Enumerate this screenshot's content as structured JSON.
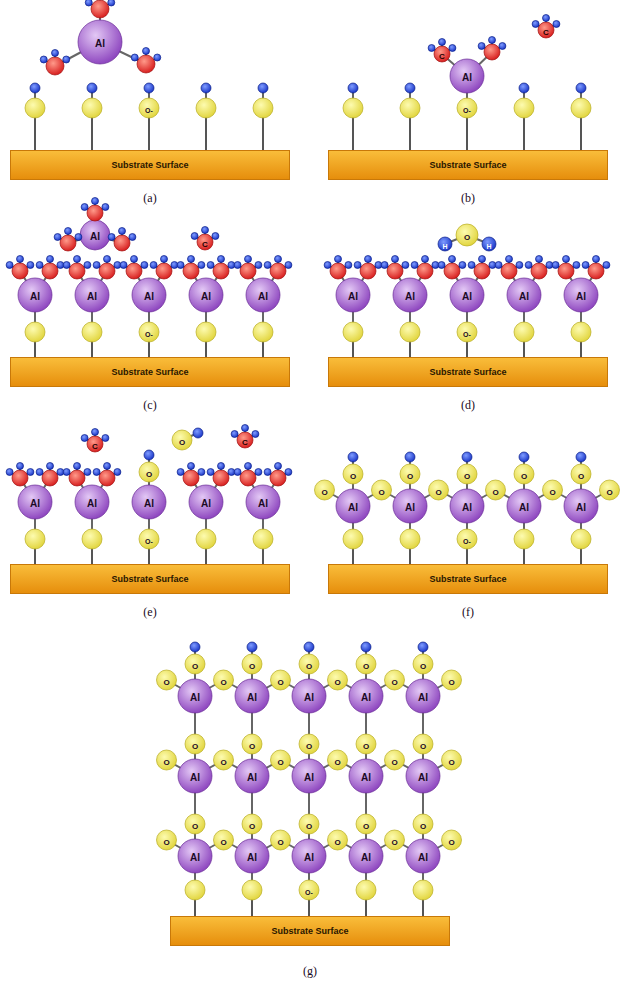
{
  "diagram": {
    "nodes": [
      {
        "text": [
          "Substrate Surface"
        ]
      },
      {
        "text": [
          "Substrate Surface"
        ]
      },
      {
        "text": [
          "Substrate Surface"
        ]
      },
      {
        "text": [
          "Substrate Surface"
        ]
      },
      {
        "text": [
          "Substrate Surface"
        ]
      },
      {
        "text": [
          "Substrate Surface"
        ]
      },
      {
        "text": [
          "Substrate Surface"
        ]
      }
    ],
    "labels": [
      "O-",
      "Al",
      "(a)",
      "O-",
      "Al",
      "C",
      "C",
      "(b)",
      "O-",
      "Al",
      "Al",
      "Al",
      "Al",
      "Al",
      "Al",
      "C",
      "(c)",
      "O-",
      "Al",
      "Al",
      "Al",
      "Al",
      "Al",
      "O",
      "H",
      "H",
      "(d)",
      "O-",
      "Al",
      "Al",
      "Al",
      "Al",
      "Al",
      "O",
      "O",
      "C",
      "C",
      "(e)",
      "O-",
      "Al",
      "Al",
      "Al",
      "Al",
      "Al",
      "O",
      "O",
      "O",
      "O",
      "O",
      "O",
      "O",
      "O",
      "O",
      "O",
      "O",
      "(f)",
      "O-",
      "Al",
      "Al",
      "Al",
      "Al",
      "Al",
      "O",
      "O",
      "O",
      "O",
      "O",
      "O",
      "O",
      "O",
      "O",
      "O",
      "O",
      "Al",
      "Al",
      "Al",
      "Al",
      "Al",
      "O",
      "O",
      "O",
      "O",
      "O",
      "O",
      "O",
      "O",
      "O",
      "O",
      "O",
      "Al",
      "Al",
      "Al",
      "Al",
      "Al",
      "O",
      "O",
      "O",
      "O",
      "O",
      "O",
      "O",
      "O",
      "O",
      "O",
      "O",
      "(g)"
    ]
  }
}
